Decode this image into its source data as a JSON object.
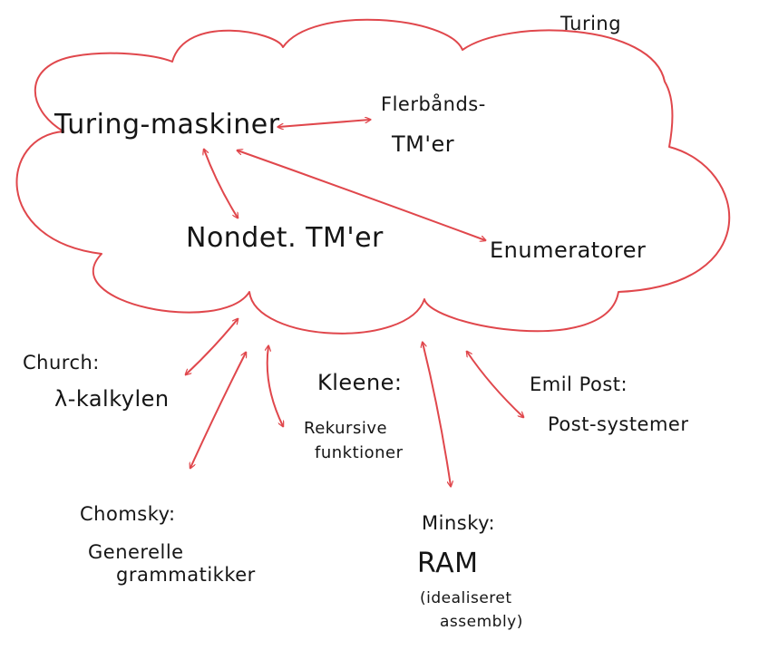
{
  "cloud": {
    "title": "Turing",
    "nodes": {
      "turing_machines": "Turing-maskiner",
      "multitape_line1": "Flerbånds-",
      "multitape_line2": "TM'er",
      "nondet": "Nondet. TM'er",
      "enumerators": "Enumeratorer"
    }
  },
  "outside": {
    "church_name": "Church:",
    "church_model": "λ-kalkylen",
    "kleene_name": "Kleene:",
    "kleene_model_line1": "Rekursive",
    "kleene_model_line2": "funktioner",
    "post_name": "Emil Post:",
    "post_model": "Post-systemer",
    "chomsky_name": "Chomsky:",
    "chomsky_model_line1": "Generelle",
    "chomsky_model_line2": "grammatikker",
    "minsky_name": "Minsky:",
    "minsky_model": "RAM",
    "minsky_note_line1": "(idealiseret",
    "minsky_note_line2": "assembly)"
  },
  "colors": {
    "ink": "#151515",
    "accent": "#e0474c"
  }
}
